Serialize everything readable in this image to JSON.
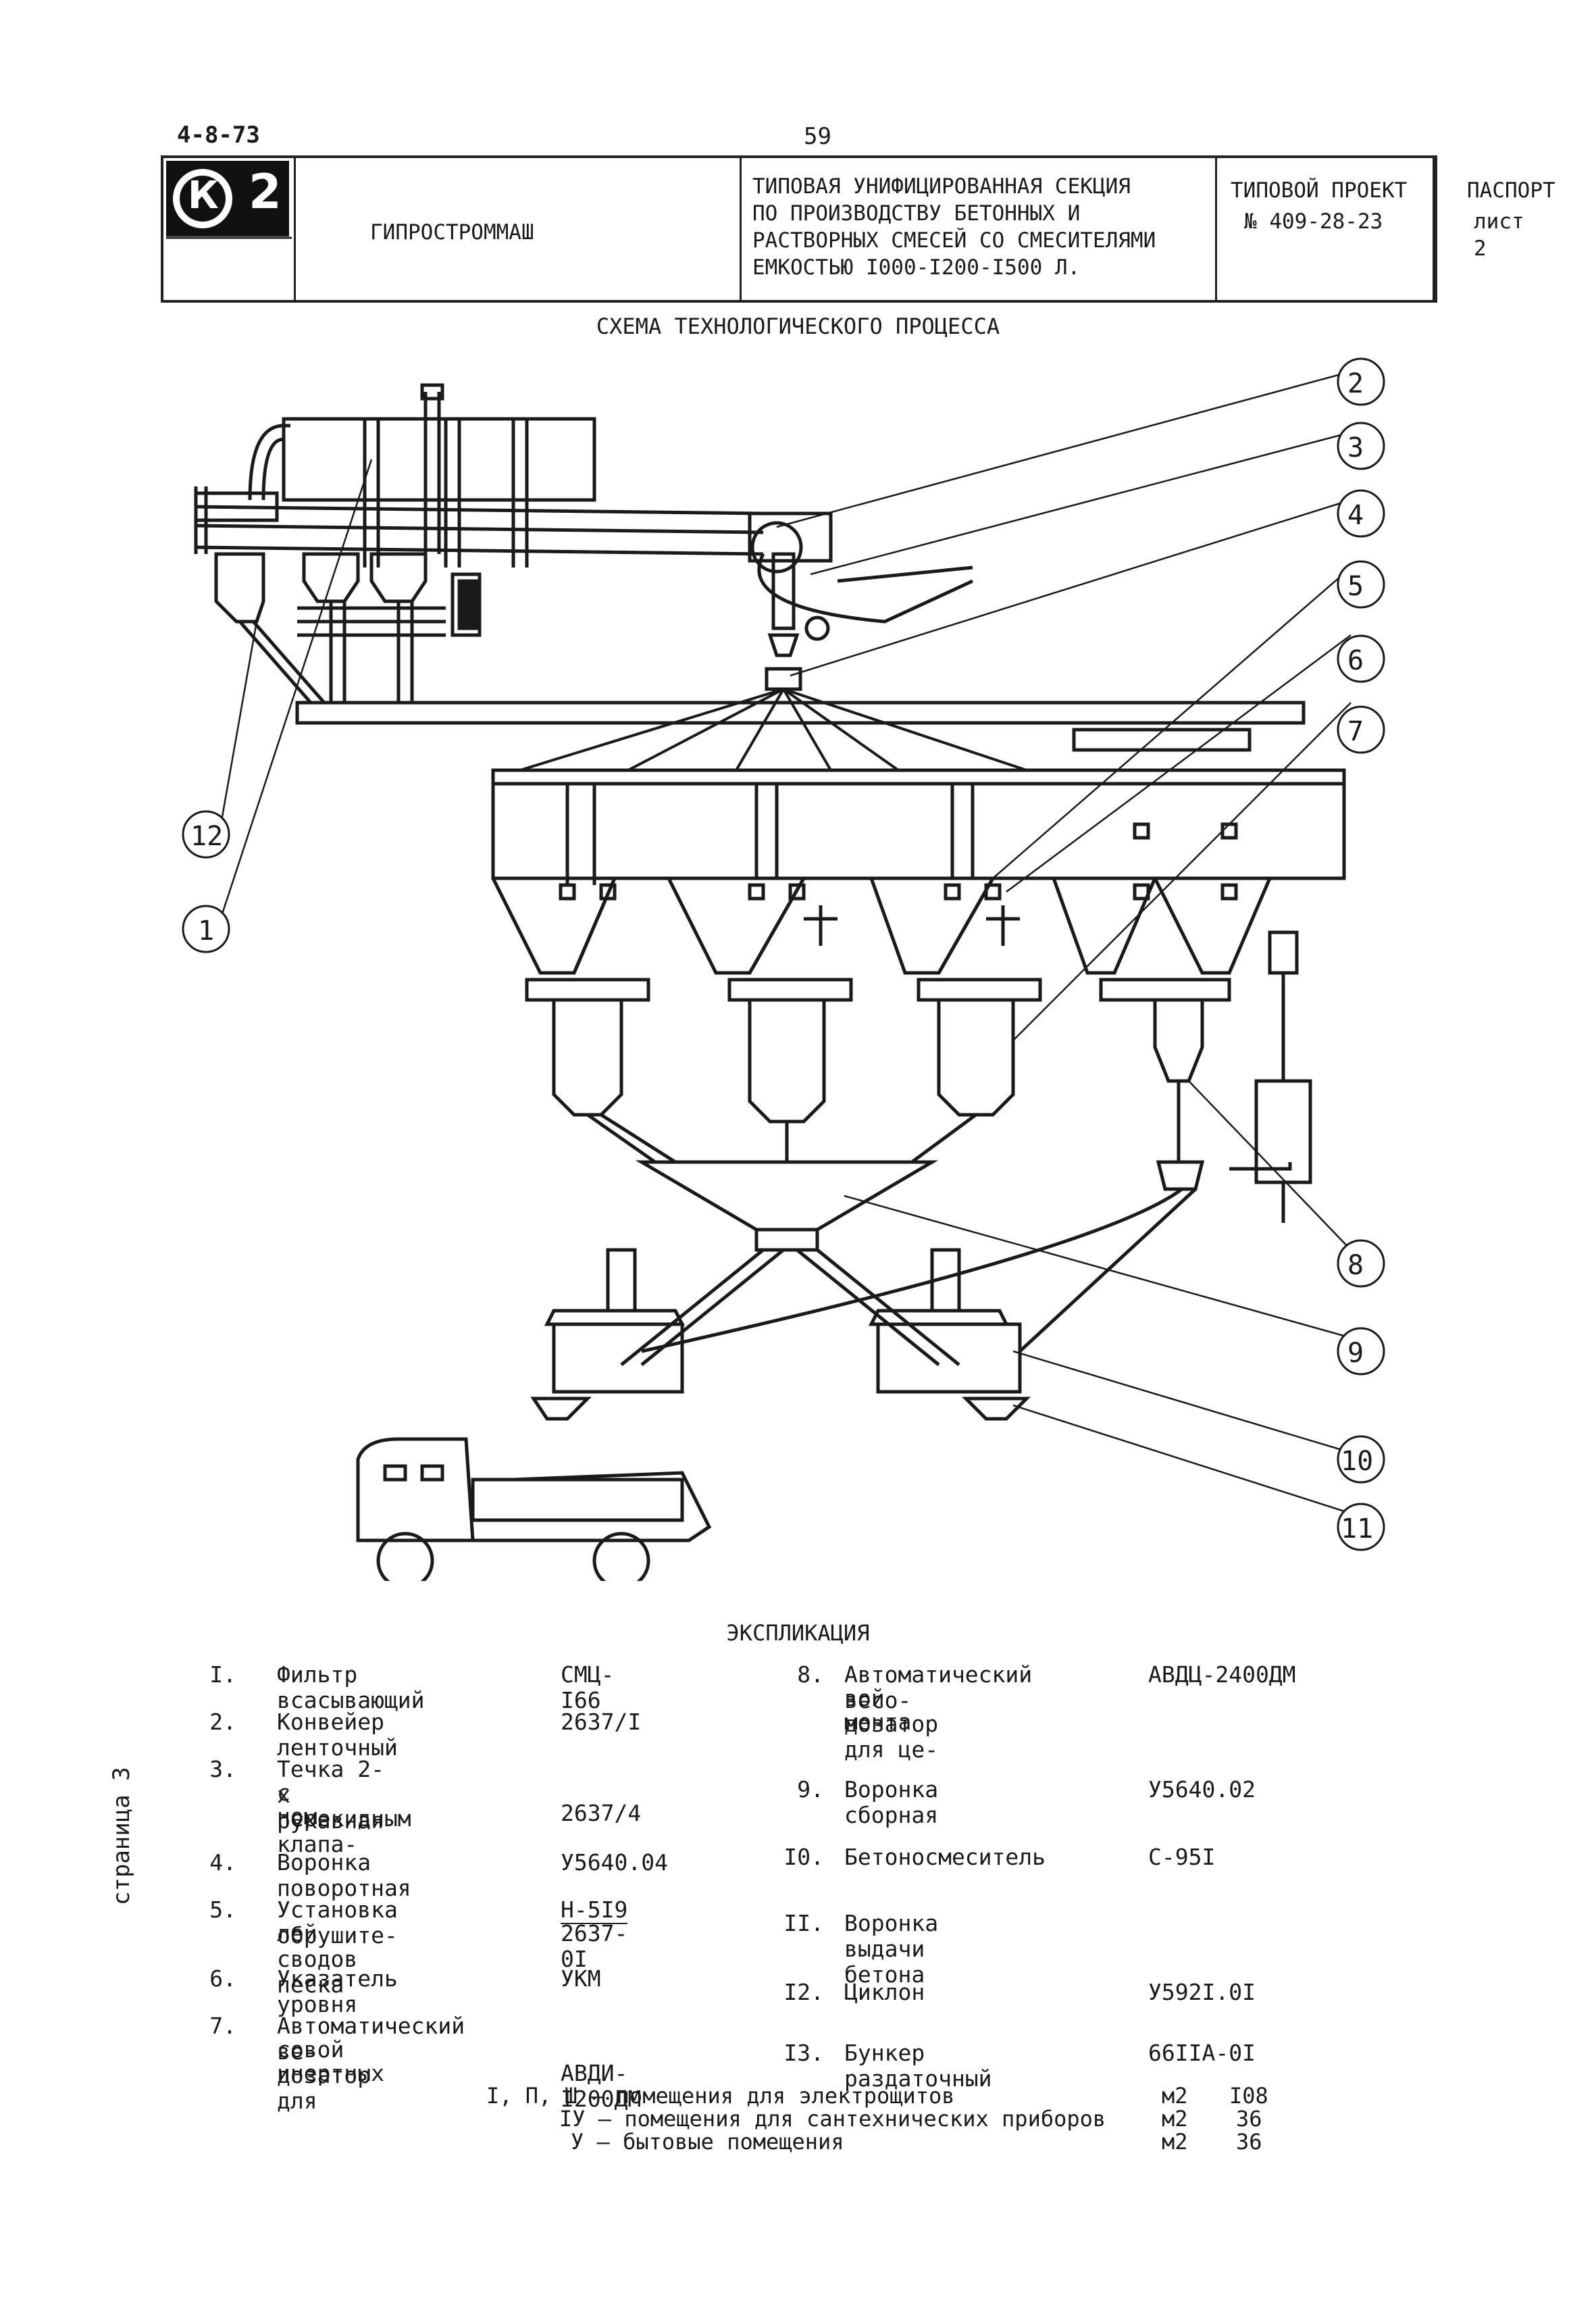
{
  "header": {
    "doc_code": "4-8-73",
    "page_number": "59",
    "logo": {
      "letter": "К",
      "digit": "2"
    },
    "organization": "ГИПРОСТРОММАШ",
    "project_title": [
      "ТИПОВАЯ УНИФИЦИРОВАННАЯ СЕКЦИЯ",
      "ПО ПРОИЗВОДСТВУ БЕТОННЫХ И",
      "РАСТВОРНЫХ СМЕСЕЙ СО СМЕСИТЕЛЯМИ",
      "ЕМКОСТЬЮ I000-I200-I500 Л."
    ],
    "project_type": "ТИПОВОЙ ПРОЕКТ",
    "project_number": "№ 409-28-23",
    "doc_type": "ПАСПОРТ",
    "sheet": "лист 2"
  },
  "scheme_title": "СХЕМА ТЕХНОЛОГИЧЕСКОГО ПРОЦЕССА",
  "callouts": [
    "1",
    "2",
    "3",
    "4",
    "5",
    "6",
    "7",
    "8",
    "9",
    "10",
    "11",
    "12"
  ],
  "explication": {
    "title": "ЭКСПЛИКАЦИЯ",
    "left": [
      {
        "num": "I.",
        "name": [
          "Фильтр всасывающий"
        ],
        "code": "СМЦ-I66"
      },
      {
        "num": "2.",
        "name": [
          "Конвейер ленточный"
        ],
        "code": "2637/I"
      },
      {
        "num": "3.",
        "name": [
          "Течка 2-х рукавная",
          "с перекидным клапа-",
          "ном"
        ],
        "code": "2637/4"
      },
      {
        "num": "4.",
        "name": [
          "Воронка поворотная"
        ],
        "code": "У5640.04"
      },
      {
        "num": "5.",
        "name": [
          "Установка обрушите-",
          "лей сводов песка"
        ],
        "code": "Н-5I9",
        "code2": "2637-0I"
      },
      {
        "num": "6.",
        "name": [
          "Указатель уровня"
        ],
        "code": "УКМ"
      },
      {
        "num": "7.",
        "name": [
          "Автоматический ве-",
          "совой дозатор для",
          "инертных"
        ],
        "code": "АВДИ-I200ДМ"
      }
    ],
    "right": [
      {
        "num": "8.",
        "name": [
          "Автоматический весо-",
          "вой дозатор для це-",
          "мента"
        ],
        "code": "АВДЦ-2400ДМ"
      },
      {
        "num": "9.",
        "name": [
          "Воронка сборная"
        ],
        "code": "У5640.02"
      },
      {
        "num": "I0.",
        "name": [
          "Бетоносмеситель"
        ],
        "code": "С-95I"
      },
      {
        "num": "II.",
        "name": [
          "Воронка выдачи бетона"
        ],
        "code": ""
      },
      {
        "num": "I2.",
        "name": [
          "Циклон"
        ],
        "code": "У592I.0I"
      },
      {
        "num": "I3.",
        "name": [
          "Бункер раздаточный"
        ],
        "code": "66IIА-0I"
      }
    ]
  },
  "rooms": [
    {
      "label": "I, П, Ш – помещения для электрощитов",
      "unit": "м2",
      "value": "I08"
    },
    {
      "label": "IУ – помещения для сантехнических приборов",
      "unit": "м2",
      "value": "36"
    },
    {
      "label": "У – бытовые помещения",
      "unit": "м2",
      "value": "36"
    }
  ],
  "side_label": "страница 3"
}
